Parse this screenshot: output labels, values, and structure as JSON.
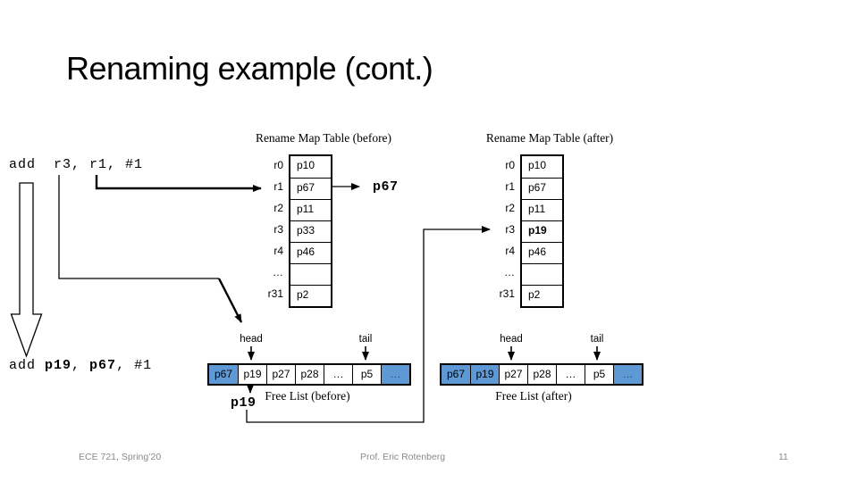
{
  "slide": {
    "title": "Renaming example (cont.)",
    "footer_left": "ECE 721, Spring’20",
    "footer_center": "Prof. Eric Rotenberg",
    "page_number": "11"
  },
  "instruction_before": {
    "text": "add  r3, r1, #1"
  },
  "instruction_after": {
    "op": "add ",
    "dest": "p19",
    "sep1": ", ",
    "src": "p67",
    "sep2": ", #1"
  },
  "annotations": {
    "src_mapping_label": "p67",
    "popped_reg_label": "p19"
  },
  "map_table_before": {
    "title": "Rename Map Table (before)",
    "rows": [
      {
        "reg": "r0",
        "val": "p10"
      },
      {
        "reg": "r1",
        "val": "p67"
      },
      {
        "reg": "r2",
        "val": "p11"
      },
      {
        "reg": "r3",
        "val": "p33"
      },
      {
        "reg": "r4",
        "val": "p46"
      },
      {
        "reg": "…",
        "val": ""
      },
      {
        "reg": "r31",
        "val": "p2"
      }
    ]
  },
  "map_table_after": {
    "title": "Rename Map Table (after)",
    "rows": [
      {
        "reg": "r0",
        "val": "p10"
      },
      {
        "reg": "r1",
        "val": "p67"
      },
      {
        "reg": "r2",
        "val": "p11"
      },
      {
        "reg": "r3",
        "val": "p19"
      },
      {
        "reg": "r4",
        "val": "p46"
      },
      {
        "reg": "…",
        "val": ""
      },
      {
        "reg": "r31",
        "val": "p2"
      }
    ]
  },
  "free_list_before": {
    "title": "Free List (before)",
    "head_label": "head",
    "tail_label": "tail",
    "cells": [
      "p67",
      "p19",
      "p27",
      "p28",
      "…",
      "p5",
      "…"
    ]
  },
  "free_list_after": {
    "title": "Free List (after)",
    "head_label": "head",
    "tail_label": "tail",
    "cells": [
      "p67",
      "p19",
      "p27",
      "p28",
      "…",
      "p5",
      "…"
    ]
  },
  "colors": {
    "allocated_cell": "#5F99D5",
    "free_cell": "#FFFFFF",
    "line": "#000000",
    "footer_text": "#8A8A8A"
  }
}
